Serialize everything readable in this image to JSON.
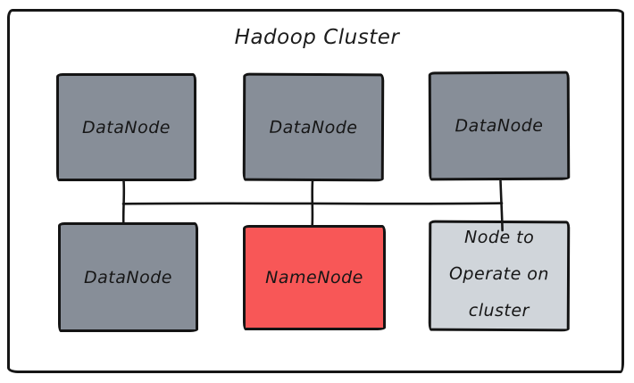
{
  "diagram": {
    "title": "Hadoop Cluster",
    "nodes": [
      {
        "id": "datanode-top-left",
        "label": "DataNode",
        "fill": "#878e98"
      },
      {
        "id": "datanode-top-middle",
        "label": "DataNode",
        "fill": "#878e98"
      },
      {
        "id": "datanode-top-right",
        "label": "DataNode",
        "fill": "#878e98"
      },
      {
        "id": "datanode-bottom",
        "label": "DataNode",
        "fill": "#878e98"
      },
      {
        "id": "namenode",
        "label": "NameNode",
        "fill": "#f85757"
      },
      {
        "id": "operator-node",
        "label": "Node to Operate on cluster",
        "lines": [
          "Node to",
          "Operate on",
          "cluster"
        ],
        "fill": "#d0d5da"
      }
    ],
    "edges": [
      {
        "from": "datanode-top-left",
        "to": "datanode-bottom",
        "via": "bus"
      },
      {
        "from": "datanode-top-middle",
        "to": "namenode",
        "via": "bus"
      },
      {
        "from": "datanode-top-right",
        "to": "operator-node",
        "via": "bus"
      }
    ],
    "colors": {
      "background": "#ffffff",
      "stroke": "#161616",
      "text": "#1c1c1c",
      "datanode_fill": "#878e98",
      "namenode_fill": "#f85757",
      "operator_fill": "#d0d5da"
    }
  }
}
